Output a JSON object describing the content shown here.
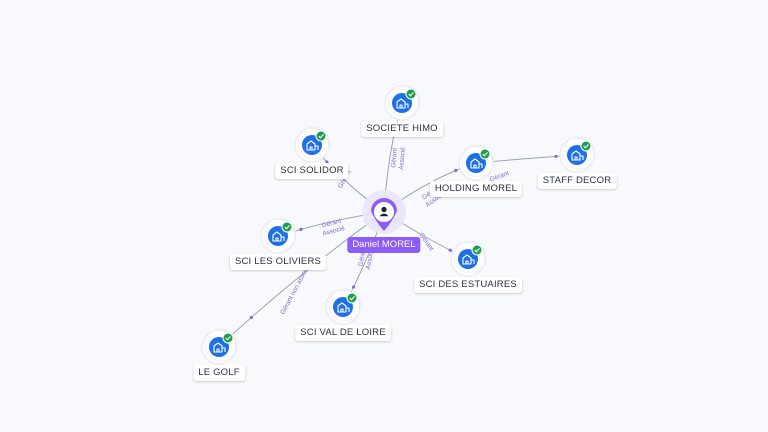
{
  "colors": {
    "edge": "#9aa3b8",
    "edge_label": "#7b6fd6",
    "company_icon": "#1f6fe6",
    "badge": "#1e9e4a",
    "person": "#8b5cf6"
  },
  "person": {
    "name": "Daniel MOREL",
    "icon": "user-icon"
  },
  "companies": [
    {
      "id": "societe-himo",
      "name": "SOCIETE HIMO",
      "icon": "building-icon",
      "verified": true
    },
    {
      "id": "sci-solidor",
      "name": "SCI SOLIDOR",
      "icon": "building-icon",
      "verified": true
    },
    {
      "id": "holding-morel",
      "name": "HOLDING MOREL",
      "icon": "building-icon",
      "verified": true
    },
    {
      "id": "staff-decor",
      "name": "STAFF DECOR",
      "icon": "building-icon",
      "verified": true
    },
    {
      "id": "sci-les-oliviers",
      "name": "SCI LES OLIVIERS",
      "icon": "building-icon",
      "verified": true
    },
    {
      "id": "sci-des-estuaires",
      "name": "SCI DES ESTUAIRES",
      "icon": "building-icon",
      "verified": true
    },
    {
      "id": "sci-val-de-loire",
      "name": "SCI VAL DE LOIRE",
      "icon": "building-icon",
      "verified": true
    },
    {
      "id": "le-golf",
      "name": "LE GOLF",
      "icon": "building-icon",
      "verified": true
    }
  ],
  "edges": [
    {
      "from": "person",
      "to": "societe-himo",
      "labels": [
        "Gérant",
        "Associé"
      ]
    },
    {
      "from": "person",
      "to": "sci-solidor",
      "labels": [
        "Gérant"
      ]
    },
    {
      "from": "person",
      "to": "holding-morel",
      "labels": [
        "Gérant",
        "Associé"
      ]
    },
    {
      "from": "holding-morel",
      "to": "staff-decor",
      "labels": [
        "Gérant"
      ]
    },
    {
      "from": "person",
      "to": "sci-les-oliviers",
      "labels": [
        "Gérant",
        "Associé"
      ]
    },
    {
      "from": "person",
      "to": "sci-des-estuaires",
      "labels": [
        "Gérant"
      ]
    },
    {
      "from": "person",
      "to": "sci-val-de-loire",
      "labels": [
        "Gérant",
        "Associé"
      ]
    },
    {
      "from": "person",
      "to": "le-golf",
      "labels": [
        "Gérant non associé"
      ]
    }
  ]
}
